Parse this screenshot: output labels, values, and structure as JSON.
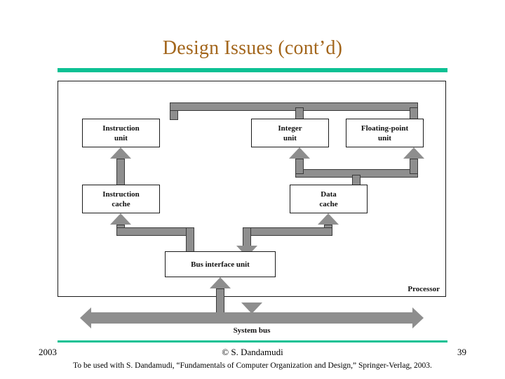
{
  "slide": {
    "title": "Design Issues (cont’d)",
    "accent_color": "#0DC194",
    "title_color": "#A3661C",
    "arrow_color": "#8E8E8E"
  },
  "diagram": {
    "frame_label": "Processor",
    "system_bus_label": "System bus",
    "boxes": [
      {
        "id": "instruction-unit",
        "line1": "Instruction",
        "line2": "unit"
      },
      {
        "id": "integer-unit",
        "line1": "Integer",
        "line2": "unit"
      },
      {
        "id": "floating-point-unit",
        "line1": "Floating-point",
        "line2": "unit"
      },
      {
        "id": "instruction-cache",
        "line1": "Instruction",
        "line2": "cache"
      },
      {
        "id": "data-cache",
        "line1": "Data",
        "line2": "cache"
      },
      {
        "id": "bus-interface-unit",
        "line1": "Bus interface unit",
        "line2": ""
      }
    ]
  },
  "footer": {
    "year": "2003",
    "author": "© S. Dandamudi",
    "page": "39",
    "note": "To be used with S. Dandamudi, “Fundamentals of Computer Organization and Design,” Springer-Verlag, 2003."
  }
}
